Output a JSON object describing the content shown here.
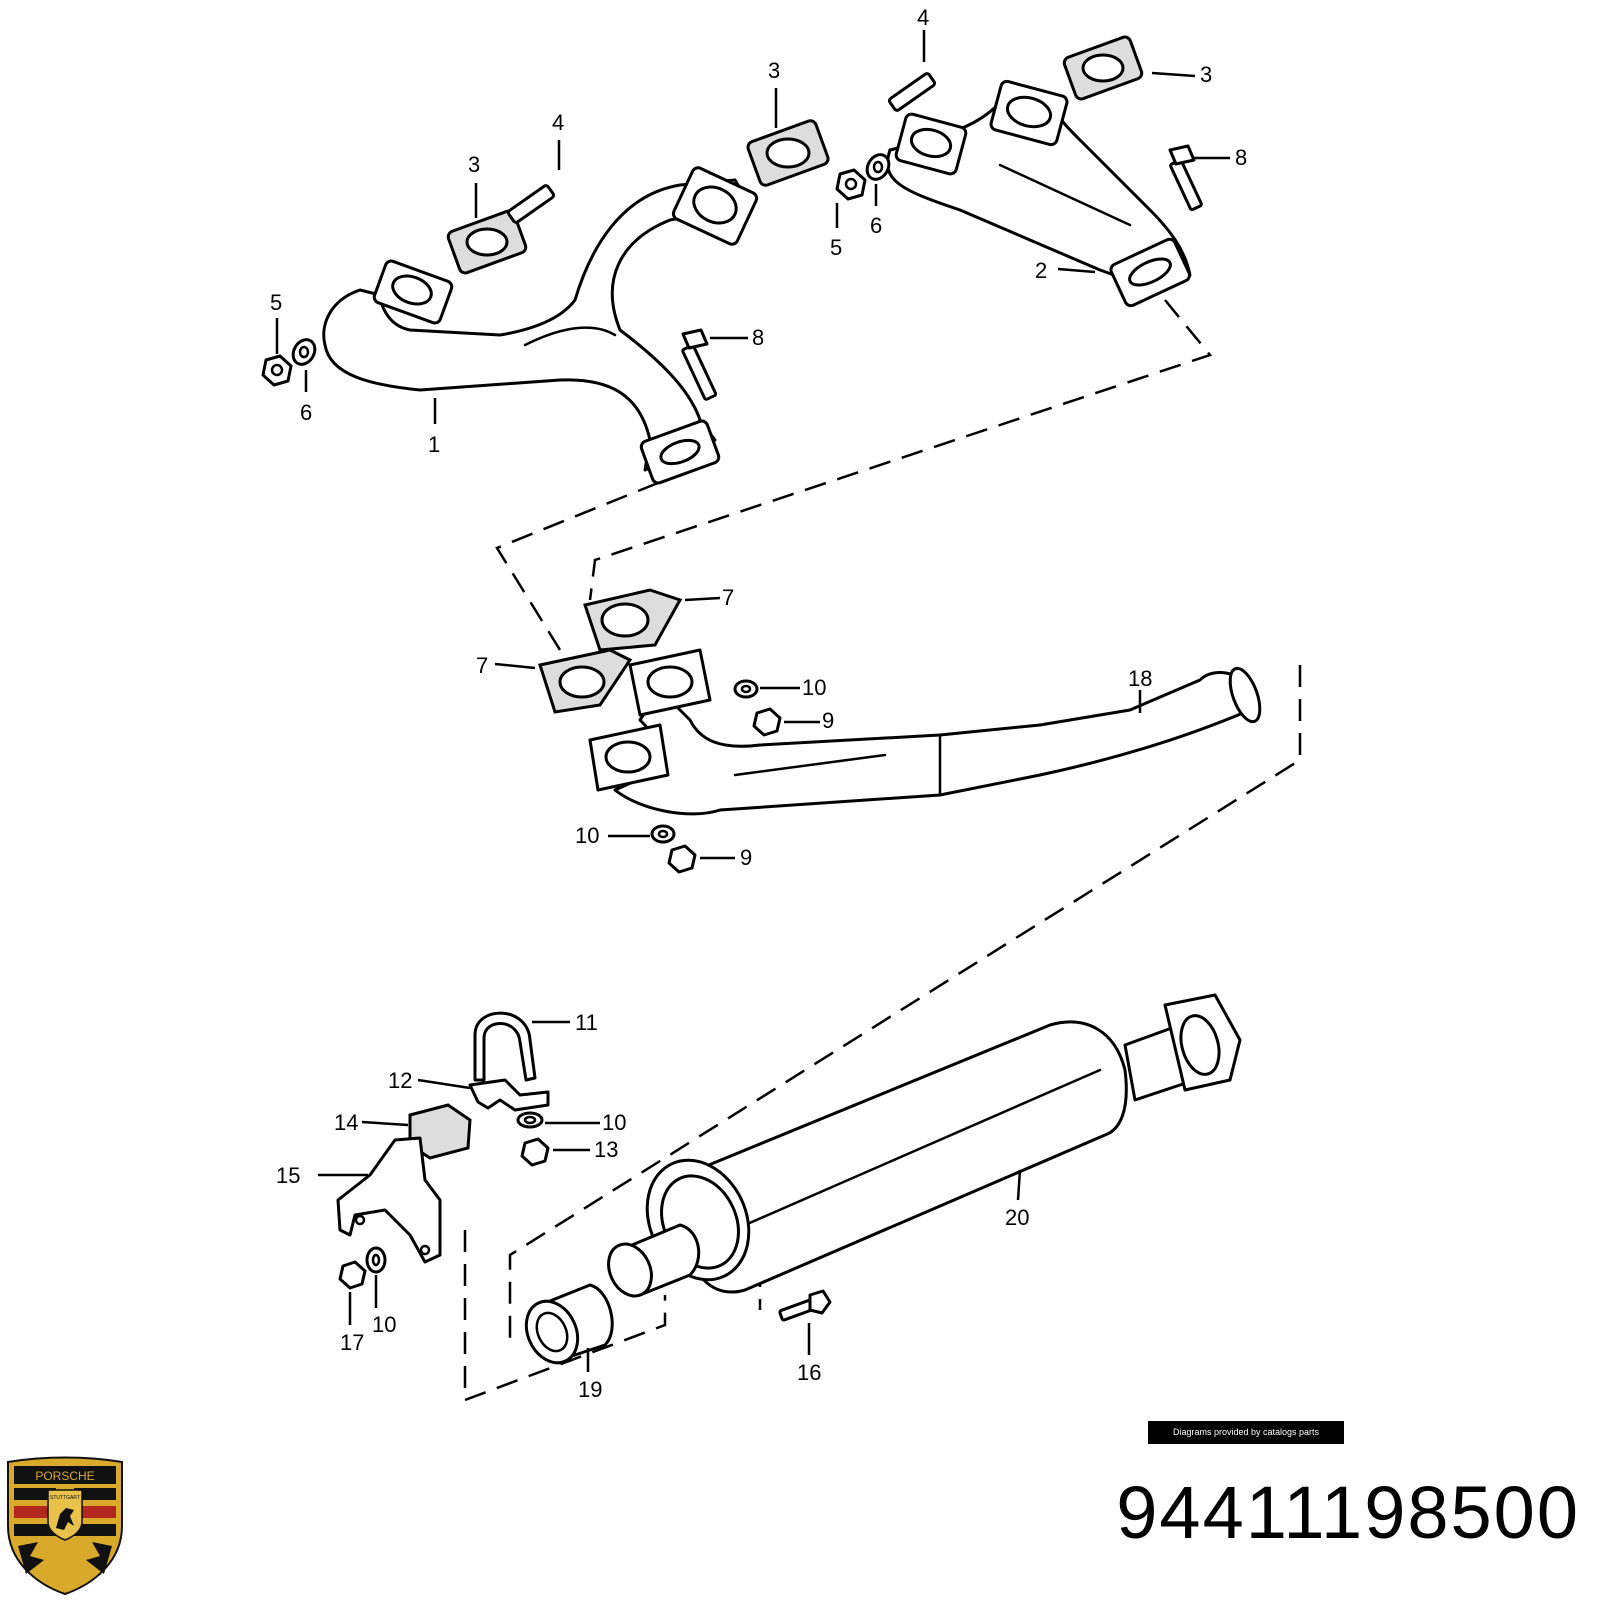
{
  "brand": {
    "name": "Porsche",
    "crest_text_top": "PORSCHE",
    "crest_text_city": "STUTTGART",
    "colors": {
      "gold": "#d8a92b",
      "red": "#b3261e",
      "black": "#111111"
    }
  },
  "credit": "Diagrams provided by catalogs parts",
  "part_number": "94411198500",
  "callouts": [
    "1",
    "2",
    "3",
    "3",
    "3",
    "4",
    "4",
    "5",
    "5",
    "6",
    "6",
    "7",
    "7",
    "8",
    "8",
    "9",
    "9",
    "10",
    "10",
    "10",
    "10",
    "11",
    "12",
    "13",
    "14",
    "15",
    "16",
    "17",
    "18",
    "19",
    "20"
  ]
}
